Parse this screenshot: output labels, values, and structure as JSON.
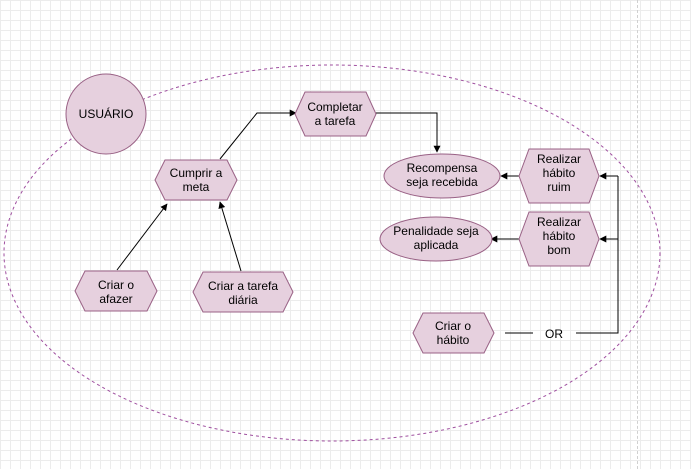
{
  "colors": {
    "node_fill": "#e6d0de",
    "node_stroke": "#996185",
    "boundary_stroke": "#9f4f9f",
    "edge": "#000000"
  },
  "diagram": {
    "actor": {
      "label": "USUÁRIO"
    },
    "nodes": {
      "criar_afazer": {
        "lines": [
          "Criar o",
          "afazer"
        ]
      },
      "criar_tarefa_diaria": {
        "lines": [
          "Criar a tarefa",
          "diária"
        ]
      },
      "cumprir_meta": {
        "lines": [
          "Cumprir a",
          "meta"
        ]
      },
      "completar_tarefa": {
        "lines": [
          "Completar",
          "a tarefa"
        ]
      },
      "recompensa": {
        "lines": [
          "Recompensa",
          "seja recebida"
        ]
      },
      "penalidade": {
        "lines": [
          "Penalidade seja",
          "aplicada"
        ]
      },
      "habito_ruim": {
        "lines": [
          "Realizar",
          "hábito",
          "ruim"
        ]
      },
      "habito_bom": {
        "lines": [
          "Realizar",
          "hábito",
          "bom"
        ]
      },
      "criar_habito": {
        "lines": [
          "Criar o",
          "hábito"
        ]
      }
    },
    "or_label": "OR"
  }
}
